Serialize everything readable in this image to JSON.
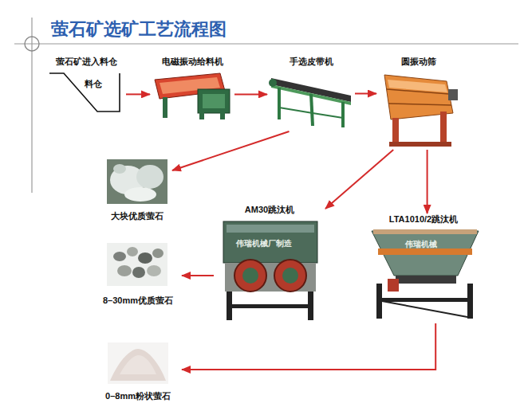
{
  "diagram": {
    "title": "萤石矿选矿工艺流程图",
    "nodes": [
      {
        "text": [
          "萤石矿进入料仓",
          "料仓"
        ]
      },
      {
        "text": [
          "电磁振动给料机"
        ]
      },
      {
        "text": [
          "手选皮带机"
        ]
      },
      {
        "text": [
          "圆振动筛"
        ]
      },
      {
        "text": [
          "大块优质萤石"
        ]
      },
      {
        "text": [
          "AM30跳汰机"
        ]
      },
      {
        "text": [
          "LTA1010/2跳汰机"
        ]
      },
      {
        "text": [
          "8–30mm优质萤石"
        ]
      },
      {
        "text": [
          "0–8mm粉状萤石"
        ]
      }
    ],
    "edges": [
      {
        "from": 0,
        "to": 1,
        "arrow": "to"
      },
      {
        "from": 1,
        "to": 2,
        "arrow": "to"
      },
      {
        "from": 2,
        "to": 3,
        "arrow": "to"
      },
      {
        "from": 2,
        "to": 4,
        "arrow": "to"
      },
      {
        "from": 3,
        "to": 5,
        "arrow": "to"
      },
      {
        "from": 3,
        "to": 6,
        "arrow": "to"
      },
      {
        "from": 5,
        "to": 7,
        "arrow": "to"
      },
      {
        "from": 6,
        "to": 8,
        "arrow": "to"
      }
    ],
    "labels": [
      "伟瑞机械厂制造",
      "伟瑞机械"
    ]
  }
}
